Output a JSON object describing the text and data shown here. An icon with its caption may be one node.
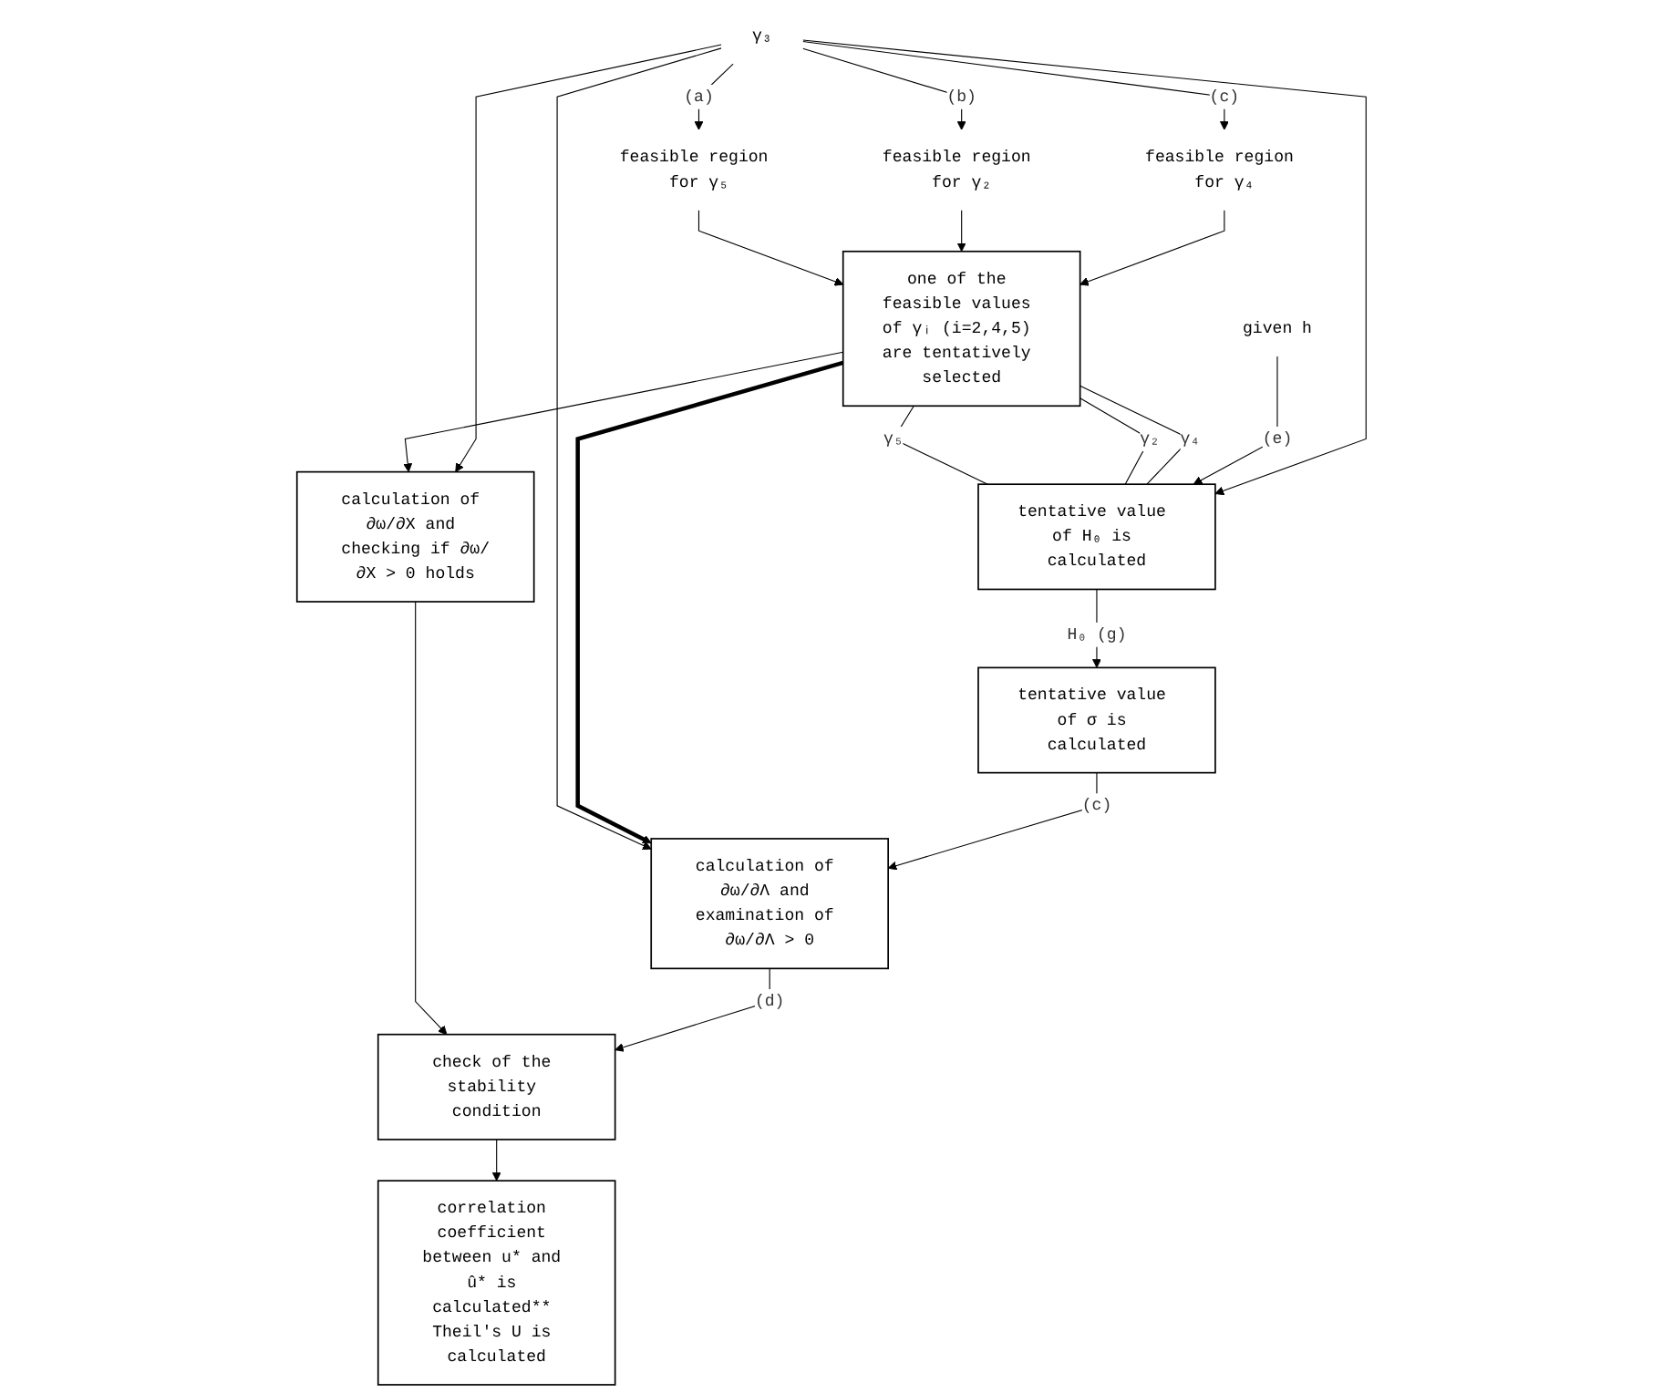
{
  "diagram": {
    "nodes": [
      {
        "text": [
          "γ₃"
        ]
      },
      {
        "text": [
          "feasible region for γ₅"
        ]
      },
      {
        "text": [
          "feasible region for γ₂"
        ]
      },
      {
        "text": [
          "feasible region for γ₄"
        ]
      },
      {
        "text": [
          "one of the feasible values of γᵢ (i=2,4,5) are tentatively selected"
        ]
      },
      {
        "text": [
          "tentative value of H₀ is calculated"
        ]
      },
      {
        "text": [
          "given h"
        ]
      },
      {
        "text": [
          "calculation of ∂ω/∂X and checking if ∂ω/∂X > 0 holds"
        ]
      },
      {
        "text": [
          "tentative value of σ is calculated"
        ]
      },
      {
        "text": [
          "correlation coefficient between u* and û* is calculated** Theil's U is calculated"
        ]
      },
      {
        "text": [
          "check of the stability condition"
        ]
      },
      {
        "text": [
          "calculation of ∂ω/∂Λ and examination of ∂ω/∂Λ > 0"
        ]
      }
    ],
    "edges": [
      {
        "from": 0,
        "to": 1,
        "arrow": "to",
        "label": "(a)"
      },
      {
        "from": 0,
        "to": 2,
        "arrow": "to",
        "label": "(b)"
      },
      {
        "from": 0,
        "to": 3,
        "arrow": "to",
        "label": "(c)"
      },
      {
        "from": 1,
        "to": 4,
        "arrow": "to"
      },
      {
        "from": 2,
        "to": 4,
        "arrow": "to"
      },
      {
        "from": 3,
        "to": 4,
        "arrow": "to"
      },
      {
        "from": 4,
        "to": 5,
        "arrow": "none",
        "label": "γ₅"
      },
      {
        "from": 4,
        "to": 5,
        "arrow": "none",
        "label": "γ₂"
      },
      {
        "from": 4,
        "to": 5,
        "arrow": "none",
        "label": "γ₄"
      },
      {
        "from": 6,
        "to": 5,
        "arrow": "to",
        "label": "(e)"
      },
      {
        "from": 0,
        "to": 5,
        "arrow": "to"
      },
      {
        "from": 5,
        "to": 8,
        "arrow": "to",
        "label": "H₀ (g)"
      },
      {
        "from": 4,
        "to": 7,
        "arrow": "to"
      },
      {
        "from": 0,
        "to": 7,
        "arrow": "to"
      },
      {
        "from": 0,
        "to": 11,
        "arrow": "to"
      },
      {
        "from": 4,
        "to": 11,
        "arrow": "to",
        "style": "thick"
      },
      {
        "from": 7,
        "to": 10,
        "arrow": "to"
      },
      {
        "from": 8,
        "to": 11,
        "arrow": "to",
        "label": "(c)"
      },
      {
        "from": 11,
        "to": 10,
        "arrow": "to",
        "label": "(d)"
      },
      {
        "from": 10,
        "to": 9,
        "arrow": "to"
      }
    ]
  }
}
